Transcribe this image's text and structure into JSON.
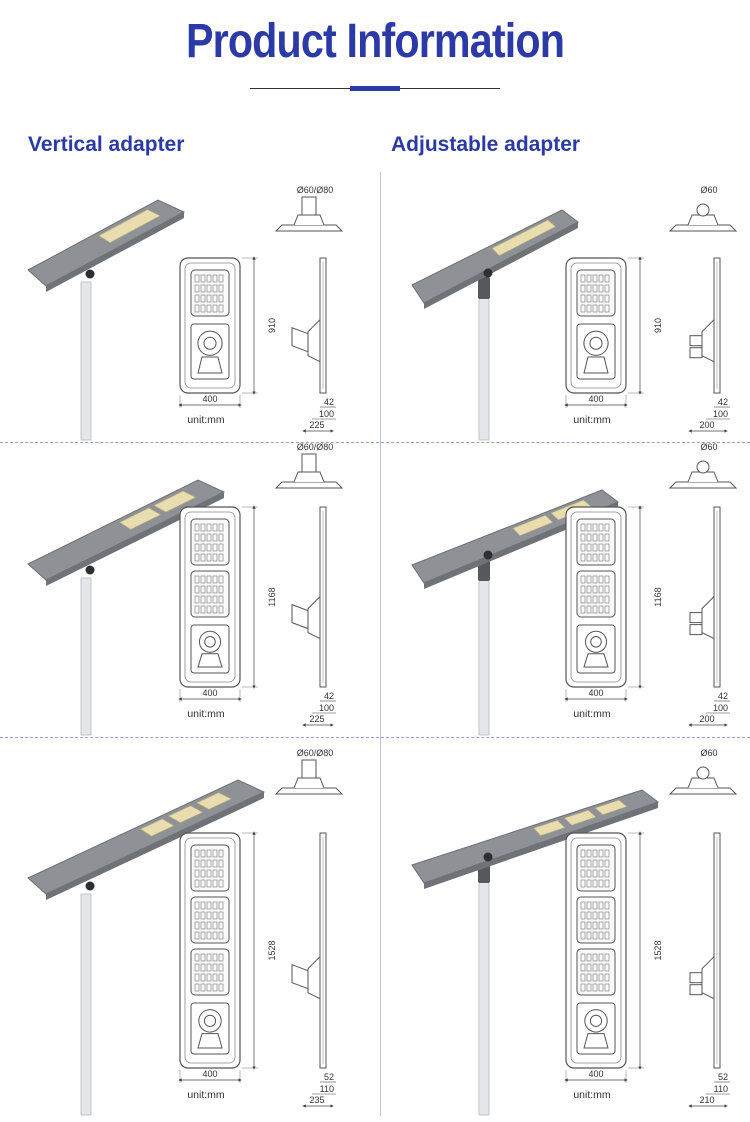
{
  "header": {
    "title": "Product Information"
  },
  "sections": {
    "vertical": "Vertical adapter",
    "adjustable": "Adjustable adapter"
  },
  "rows": [
    {
      "vertical": {
        "mount": "Ø60/Ø80",
        "height": "910",
        "width": "400",
        "thk_top": "42",
        "thk_mid": "100",
        "depth": "225",
        "unit": "unit:mm"
      },
      "adjustable": {
        "mount": "Ø60",
        "height": "910",
        "width": "400",
        "thk_top": "42",
        "thk_mid": "100",
        "depth": "200",
        "unit": "unit:mm"
      }
    },
    {
      "vertical": {
        "mount": "Ø60/Ø80",
        "height": "1168",
        "width": "400",
        "thk_top": "42",
        "thk_mid": "100",
        "depth": "225",
        "unit": "unit:mm"
      },
      "adjustable": {
        "mount": "Ø60",
        "height": "1168",
        "width": "400",
        "thk_top": "42",
        "thk_mid": "100",
        "depth": "200",
        "unit": "unit:mm"
      }
    },
    {
      "vertical": {
        "mount": "Ø60/Ø80",
        "height": "1528",
        "width": "400",
        "thk_top": "52",
        "thk_mid": "110",
        "depth": "235",
        "unit": "unit:mm"
      },
      "adjustable": {
        "mount": "Ø60",
        "height": "1528",
        "width": "400",
        "thk_top": "52",
        "thk_mid": "110",
        "depth": "210",
        "unit": "unit:mm"
      }
    }
  ],
  "colors": {
    "accent": "#2b3aa6",
    "divider": "#8da3c8",
    "housing": "#8e9297",
    "panel": "#e9dcae"
  }
}
